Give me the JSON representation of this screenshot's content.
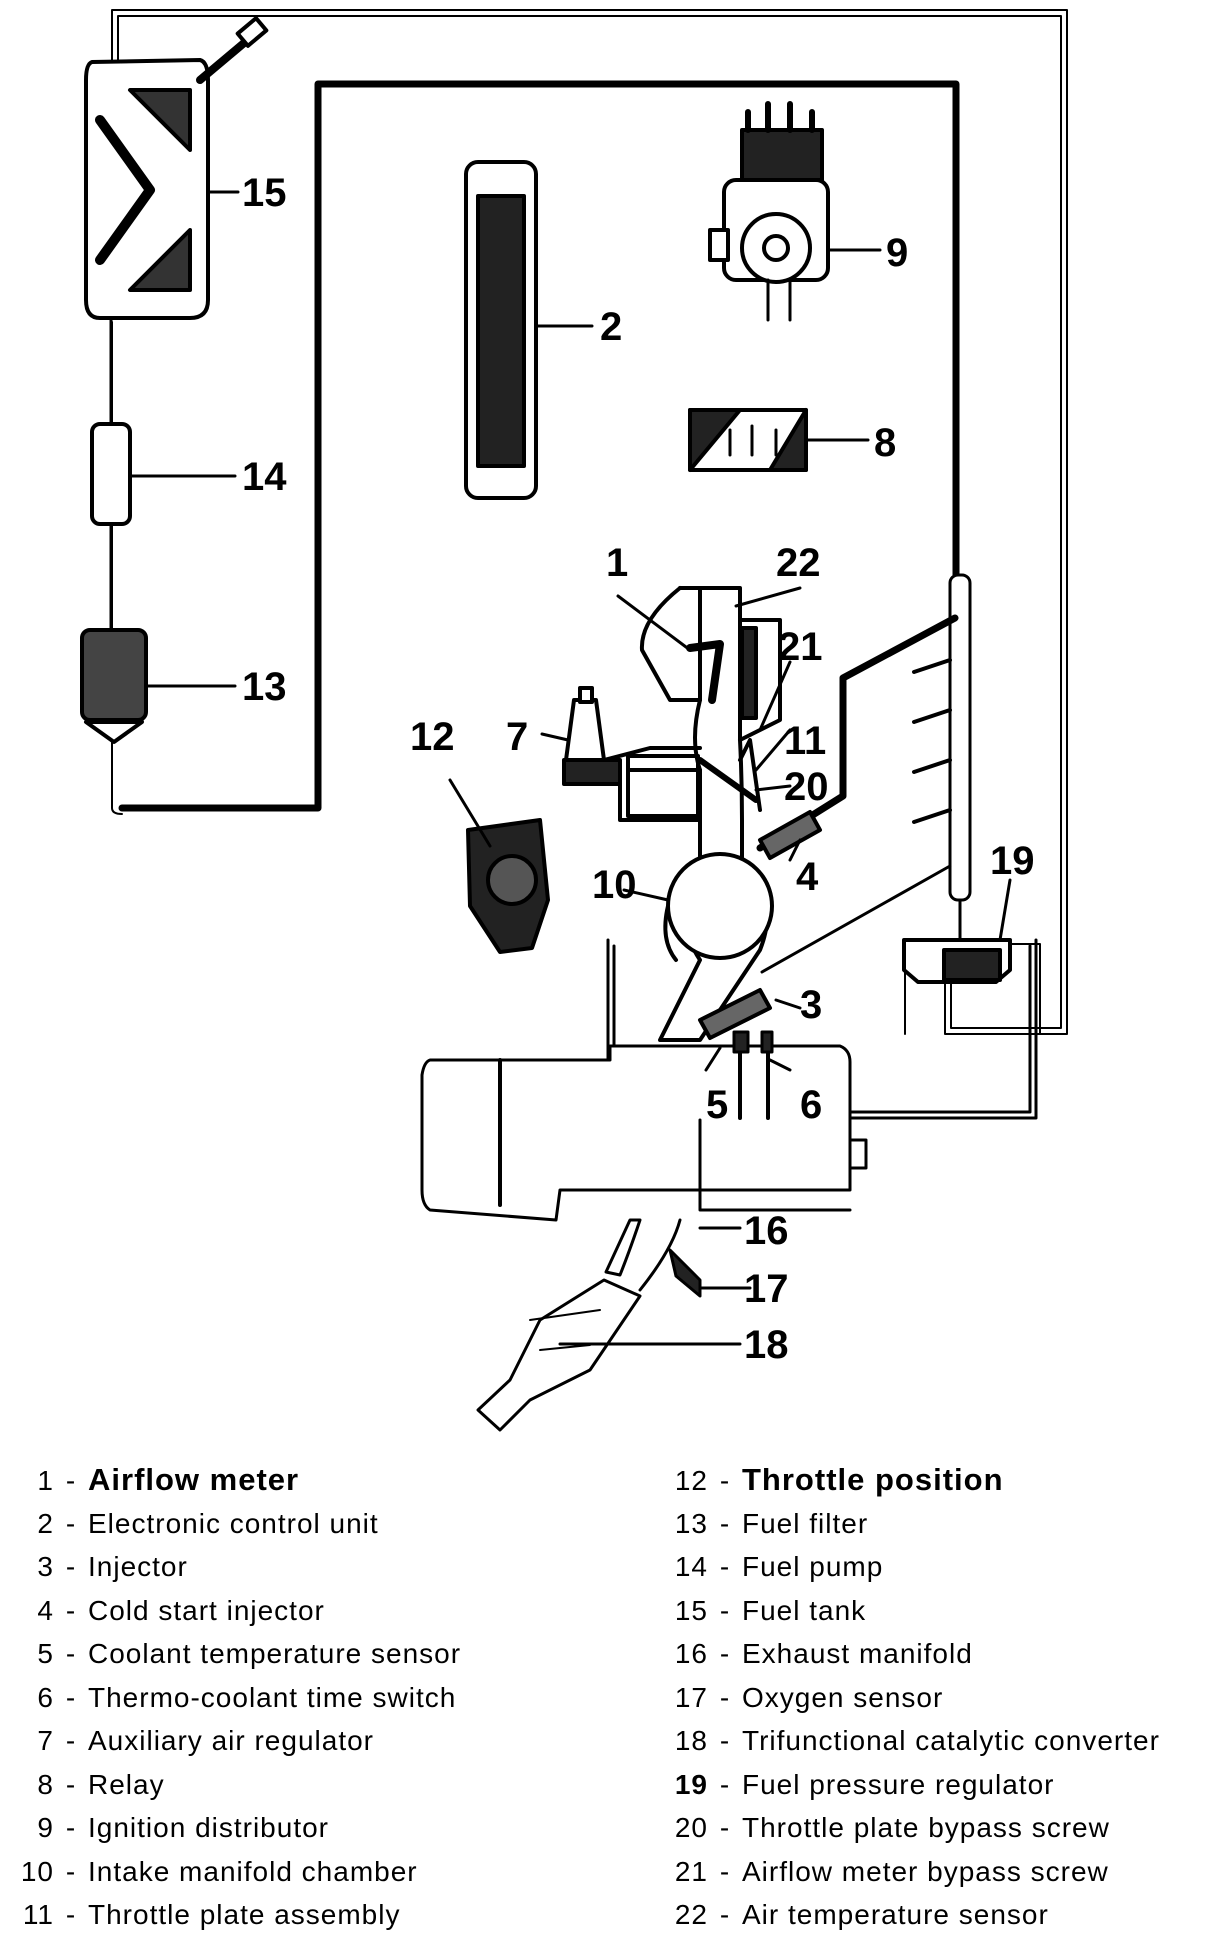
{
  "callouts": [
    "1",
    "2",
    "3",
    "4",
    "5",
    "6",
    "7",
    "8",
    "9",
    "10",
    "11",
    "12",
    "13",
    "14",
    "15",
    "16",
    "17",
    "18",
    "19",
    "20",
    "21",
    "22"
  ],
  "legend": {
    "separator": "-",
    "left": [
      {
        "num": "1",
        "label": "Airflow meter"
      },
      {
        "num": "2",
        "label": "Electronic control unit"
      },
      {
        "num": "3",
        "label": "Injector"
      },
      {
        "num": "4",
        "label": "Cold start injector"
      },
      {
        "num": "5",
        "label": "Coolant temperature sensor"
      },
      {
        "num": "6",
        "label": "Thermo-coolant time switch"
      },
      {
        "num": "7",
        "label": "Auxiliary air regulator"
      },
      {
        "num": "8",
        "label": "Relay"
      },
      {
        "num": "9",
        "label": "Ignition distributor"
      },
      {
        "num": "10",
        "label": "Intake manifold chamber"
      },
      {
        "num": "11",
        "label": "Throttle plate assembly"
      }
    ],
    "right": [
      {
        "num": "12",
        "label": "Throttle position"
      },
      {
        "num": "13",
        "label": "Fuel filter"
      },
      {
        "num": "14",
        "label": "Fuel pump"
      },
      {
        "num": "15",
        "label": "Fuel tank"
      },
      {
        "num": "16",
        "label": "Exhaust manifold"
      },
      {
        "num": "17",
        "label": "Oxygen sensor"
      },
      {
        "num": "18",
        "label": "Trifunctional catalytic converter"
      },
      {
        "num": "19",
        "label": "Fuel pressure regulator"
      },
      {
        "num": "20",
        "label": "Throttle plate bypass screw"
      },
      {
        "num": "21",
        "label": "Airflow meter bypass screw"
      },
      {
        "num": "22",
        "label": "Air temperature sensor"
      }
    ]
  }
}
